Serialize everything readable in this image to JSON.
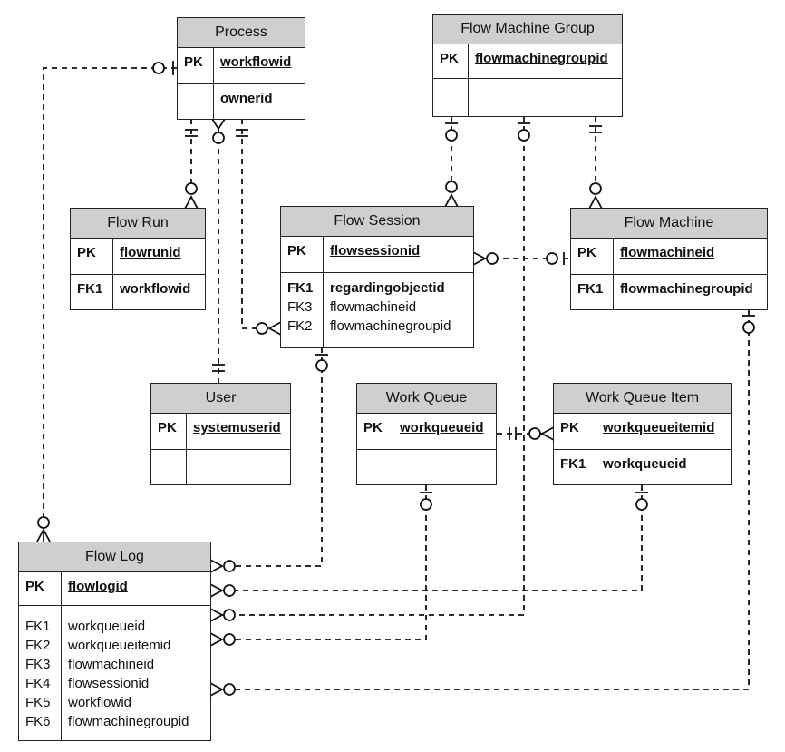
{
  "diagram": {
    "entities": {
      "process": {
        "title": "Process",
        "pk_label": "PK",
        "pk_field": "workflowid",
        "field": "ownerid"
      },
      "flow_machine_group": {
        "title": "Flow Machine Group",
        "pk_label": "PK",
        "pk_field": "flowmachinegroupid"
      },
      "flow_run": {
        "title": "Flow Run",
        "pk_label": "PK",
        "pk_field": "flowrunid",
        "fk_label": "FK1",
        "fk_field": "workflowid"
      },
      "flow_session": {
        "title": "Flow Session",
        "pk_label": "PK",
        "pk_field": "flowsessionid",
        "fk_labels": [
          "FK1",
          "FK3",
          "FK2"
        ],
        "fk_fields": [
          "regardingobjectid",
          "flowmachineid",
          "flowmachinegroupid"
        ]
      },
      "flow_machine": {
        "title": "Flow Machine",
        "pk_label": "PK",
        "pk_field": "flowmachineid",
        "fk_label": "FK1",
        "fk_field": "flowmachinegroupid"
      },
      "user": {
        "title": "User",
        "pk_label": "PK",
        "pk_field": "systemuserid"
      },
      "work_queue": {
        "title": "Work Queue",
        "pk_label": "PK",
        "pk_field": "workqueueid"
      },
      "work_queue_item": {
        "title": "Work Queue Item",
        "pk_label": "PK",
        "pk_field": "workqueueitemid",
        "fk_label": "FK1",
        "fk_field": "workqueueid"
      },
      "flow_log": {
        "title": "Flow Log",
        "pk_label": "PK",
        "pk_field": "flowlogid",
        "fk_labels": [
          "FK1",
          "FK2",
          "FK3",
          "FK4",
          "FK5",
          "FK6"
        ],
        "fk_fields": [
          "workqueueid",
          "workqueueitemid",
          "flowmachineid",
          "flowsessionid",
          "workflowid",
          "flowmachinegroupid"
        ]
      }
    }
  }
}
